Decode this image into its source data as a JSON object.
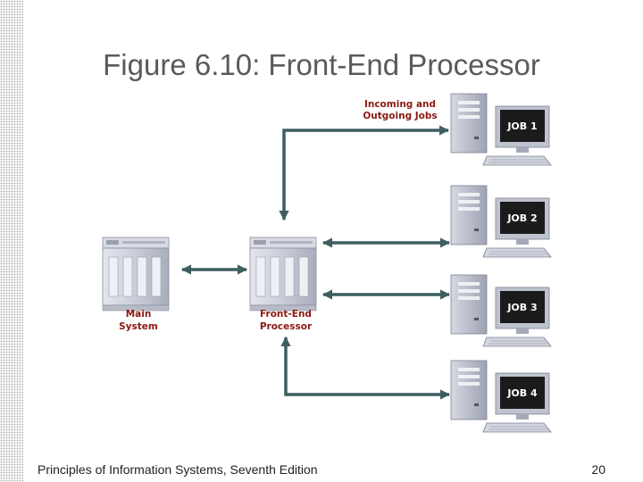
{
  "slide": {
    "title": "Figure 6.10: Front-End Processor",
    "footer": "Principles of Information Systems, Seventh Edition",
    "page_number": "20"
  },
  "diagram": {
    "labels": {
      "jobs_line1": "Incoming and",
      "jobs_line2": "Outgoing Jobs",
      "main_line1": "Main",
      "main_line2": "System",
      "fep_line1": "Front-End",
      "fep_line2": "Processor"
    },
    "terminals": [
      {
        "label": "JOB 1"
      },
      {
        "label": "JOB 2"
      },
      {
        "label": "JOB 3"
      },
      {
        "label": "JOB 4"
      }
    ],
    "colors": {
      "arrow": "#3d5e60",
      "label": "#8b1a12",
      "server": "#c8ccd8"
    }
  }
}
